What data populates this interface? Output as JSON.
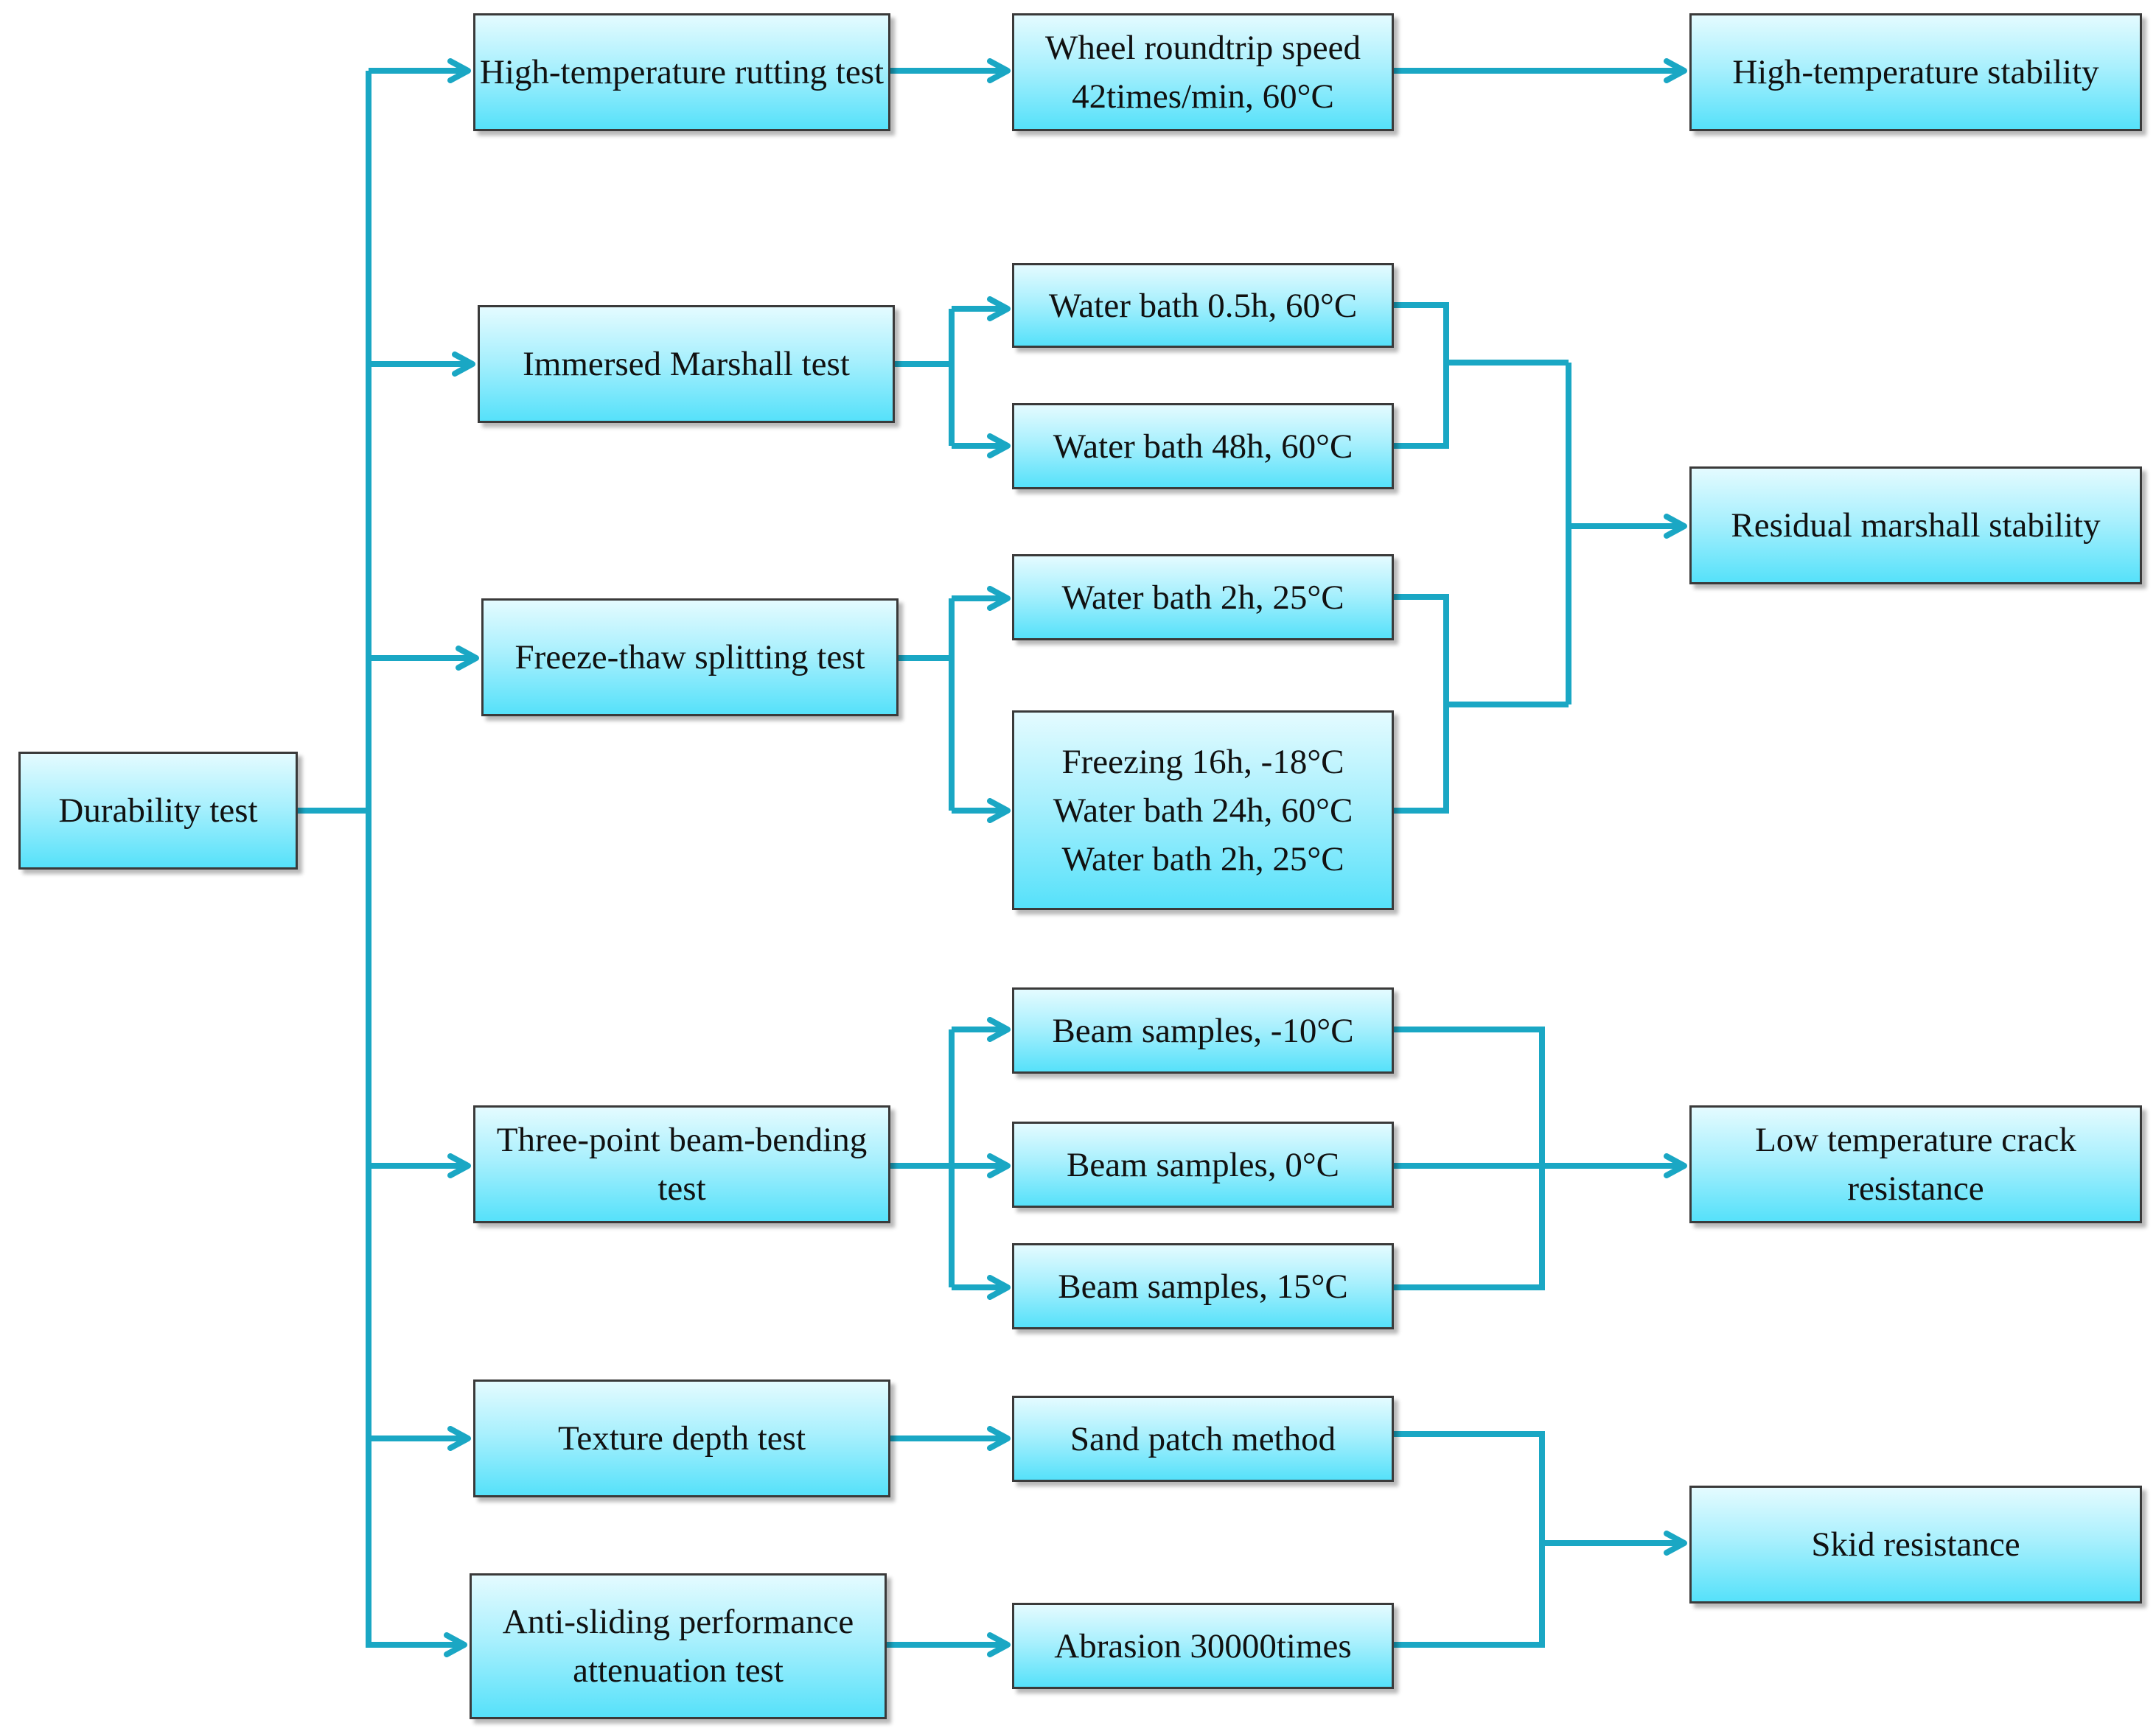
{
  "colors": {
    "connector": "#1aa7c4",
    "box_top": "#e4fbff",
    "box_bottom": "#56e1fa",
    "box_border": "#3a3a3a"
  },
  "nodes": {
    "durability": "Durability test",
    "rutting": "High-temperature rutting test",
    "marshall": "Immersed Marshall test",
    "freeze": "Freeze-thaw splitting test",
    "beam": "Three-point beam-bending test",
    "texture": "Texture depth test",
    "antisliding": "Anti-sliding performance attenuation test",
    "wheel": "Wheel roundtrip speed\n42times/min, 60°C",
    "wb05": "Water bath 0.5h, 60°C",
    "wb48": "Water bath 48h, 60°C",
    "wb2": "Water bath 2h, 25°C",
    "freezing": "Freezing 16h, -18°C\nWater bath 24h, 60°C\nWater bath 2h, 25°C",
    "beam_m10": "Beam samples, -10°C",
    "beam_0": "Beam samples, 0°C",
    "beam_15": "Beam samples, 15°C",
    "sand": "Sand patch method",
    "abrasion": "Abrasion 30000times",
    "ht_stability": "High-temperature stability",
    "residual": "Residual marshall stability",
    "low_temp": "Low temperature crack resistance",
    "skid": "Skid resistance"
  }
}
